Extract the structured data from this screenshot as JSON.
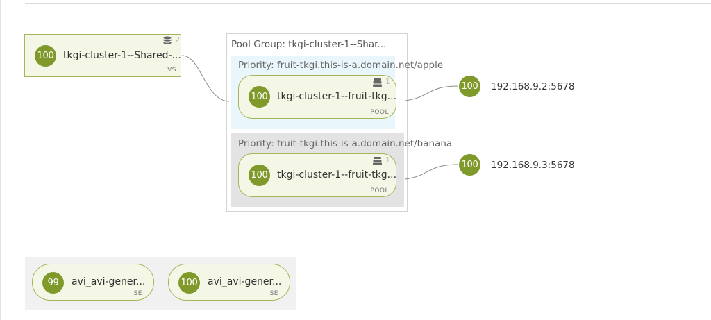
{
  "virtual_service": {
    "health": "100",
    "name": "tkgi-cluster-1--Shared-...",
    "type": "VS",
    "pool_count": "2"
  },
  "pool_group": {
    "title": "Pool Group: tkgi-cluster-1--Shar...",
    "priorities": [
      {
        "label": "Priority: fruit-tkgi.this-is-a.domain.net/apple",
        "pool": {
          "health": "100",
          "name": "tkgi-cluster-1--fruit-tkg...",
          "type": "POOL",
          "server_count": "1"
        },
        "member": {
          "health": "100",
          "ip": "192.168.9.2:5678"
        }
      },
      {
        "label": "Priority: fruit-tkgi.this-is-a.domain.net/banana",
        "pool": {
          "health": "100",
          "name": "tkgi-cluster-1--fruit-tkg...",
          "type": "POOL",
          "server_count": "1"
        },
        "member": {
          "health": "100",
          "ip": "192.168.9.3:5678"
        }
      }
    ]
  },
  "service_engines": [
    {
      "health": "99",
      "name": "avi_avi-gener...",
      "type": "SE"
    },
    {
      "health": "100",
      "name": "avi_avi-gener...",
      "type": "SE"
    }
  ],
  "colors": {
    "health_good": "#7f9a2b",
    "node_fill": "#f4f6e6",
    "node_border": "#a6b45a",
    "priority_blue": "#e9f6fb",
    "priority_gray": "#e3e3e3"
  }
}
